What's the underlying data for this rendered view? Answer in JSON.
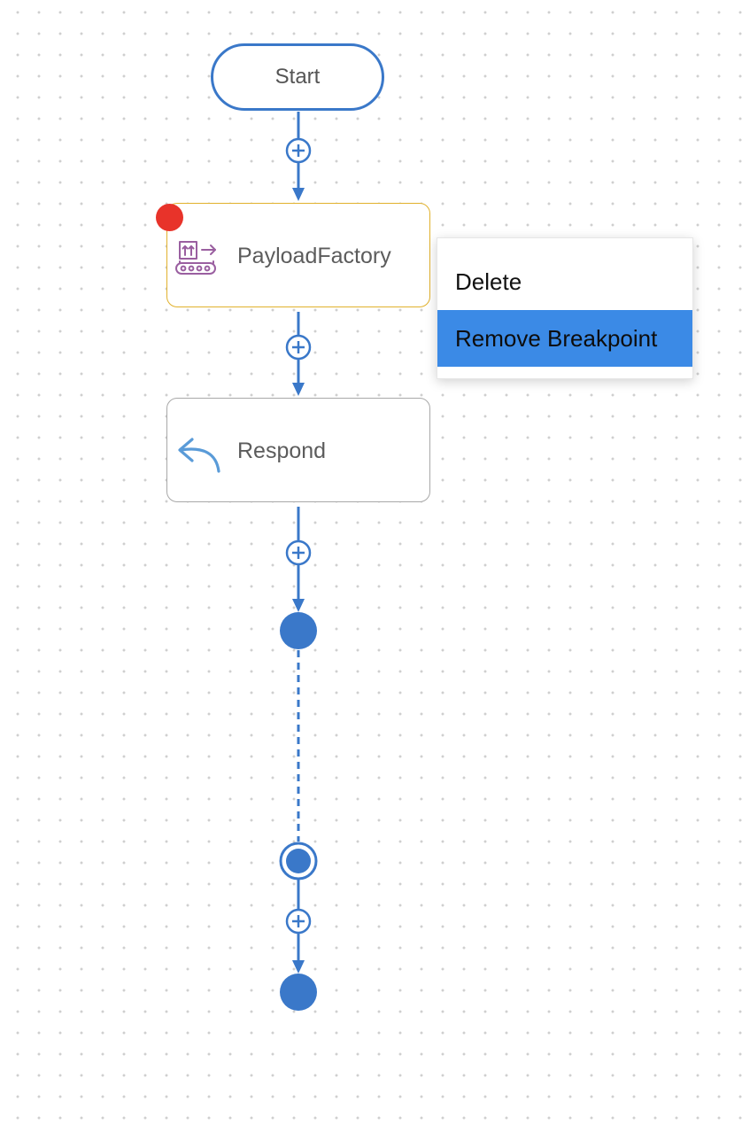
{
  "flow": {
    "start_label": "Start",
    "nodes": [
      {
        "label": "PayloadFactory",
        "icon": "payload-factory-icon",
        "breakpoint": true
      },
      {
        "label": "Respond",
        "icon": "respond-arrow-icon",
        "breakpoint": false
      }
    ]
  },
  "context_menu": {
    "items": [
      {
        "label": "Delete",
        "highlighted": false
      },
      {
        "label": "Remove Breakpoint",
        "highlighted": true
      }
    ]
  },
  "colors": {
    "flow_blue": "#3a78c9",
    "breakpoint_red": "#e8332a",
    "selected_node_border": "#e1b12c",
    "node_border": "#a8a8a8",
    "menu_highlight": "#3b8ae6",
    "icon_purple": "#9a5fa0",
    "icon_blue": "#5a9bd8"
  }
}
